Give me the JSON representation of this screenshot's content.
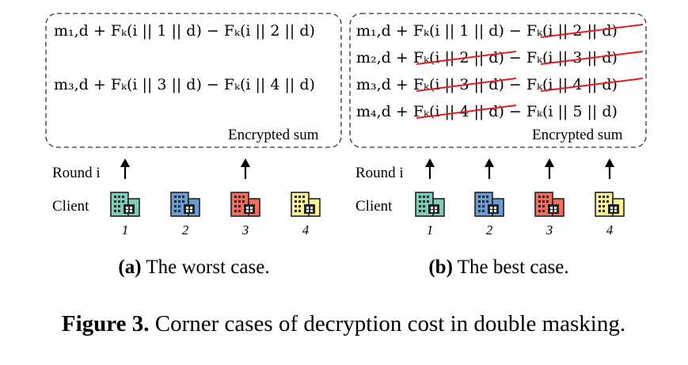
{
  "panel_a": {
    "equations": [
      "m₁,d + Fₖ(i || 1 || d) − Fₖ(i || 2 || d)",
      "m₃,d + Fₖ(i || 3 || d) − Fₖ(i || 4 || d)"
    ],
    "box_label": "Encrypted sum",
    "round_label": "Round i",
    "client_label": "Client",
    "clients": [
      {
        "number": "1",
        "color": "#7ecbb8"
      },
      {
        "number": "2",
        "color": "#6b9bd1"
      },
      {
        "number": "3",
        "color": "#ef6f5e"
      },
      {
        "number": "4",
        "color": "#fbf19a"
      }
    ],
    "arrow_over_clients": [
      "1",
      "3"
    ],
    "caption_bold": "(a)",
    "caption_text": " The worst case."
  },
  "panel_b": {
    "equations": [
      "m₁,d + Fₖ(i || 1 || d) − Fₖ(i || 2 || d)",
      "m₂,d + Fₖ(i || 2 || d) − Fₖ(i || 3 || d)",
      "m₃,d + Fₖ(i || 3 || d) − Fₖ(i || 4 || d)",
      "m₄,d + Fₖ(i || 4 || d) − Fₖ(i || 5 || d)"
    ],
    "box_label": "Encrypted sum",
    "round_label": "Round i",
    "client_label": "Client",
    "clients": [
      {
        "number": "1",
        "color": "#7ecbb8"
      },
      {
        "number": "2",
        "color": "#6b9bd1"
      },
      {
        "number": "3",
        "color": "#ef6f5e"
      },
      {
        "number": "4",
        "color": "#fbf19a"
      }
    ],
    "arrow_over_clients": [
      "1",
      "2",
      "3",
      "4"
    ],
    "strike_color": "#e02020",
    "caption_bold": "(b)",
    "caption_text": " The best case."
  },
  "figure_caption_bold": "Figure 3.",
  "figure_caption_text": " Corner cases of decryption cost in double masking."
}
